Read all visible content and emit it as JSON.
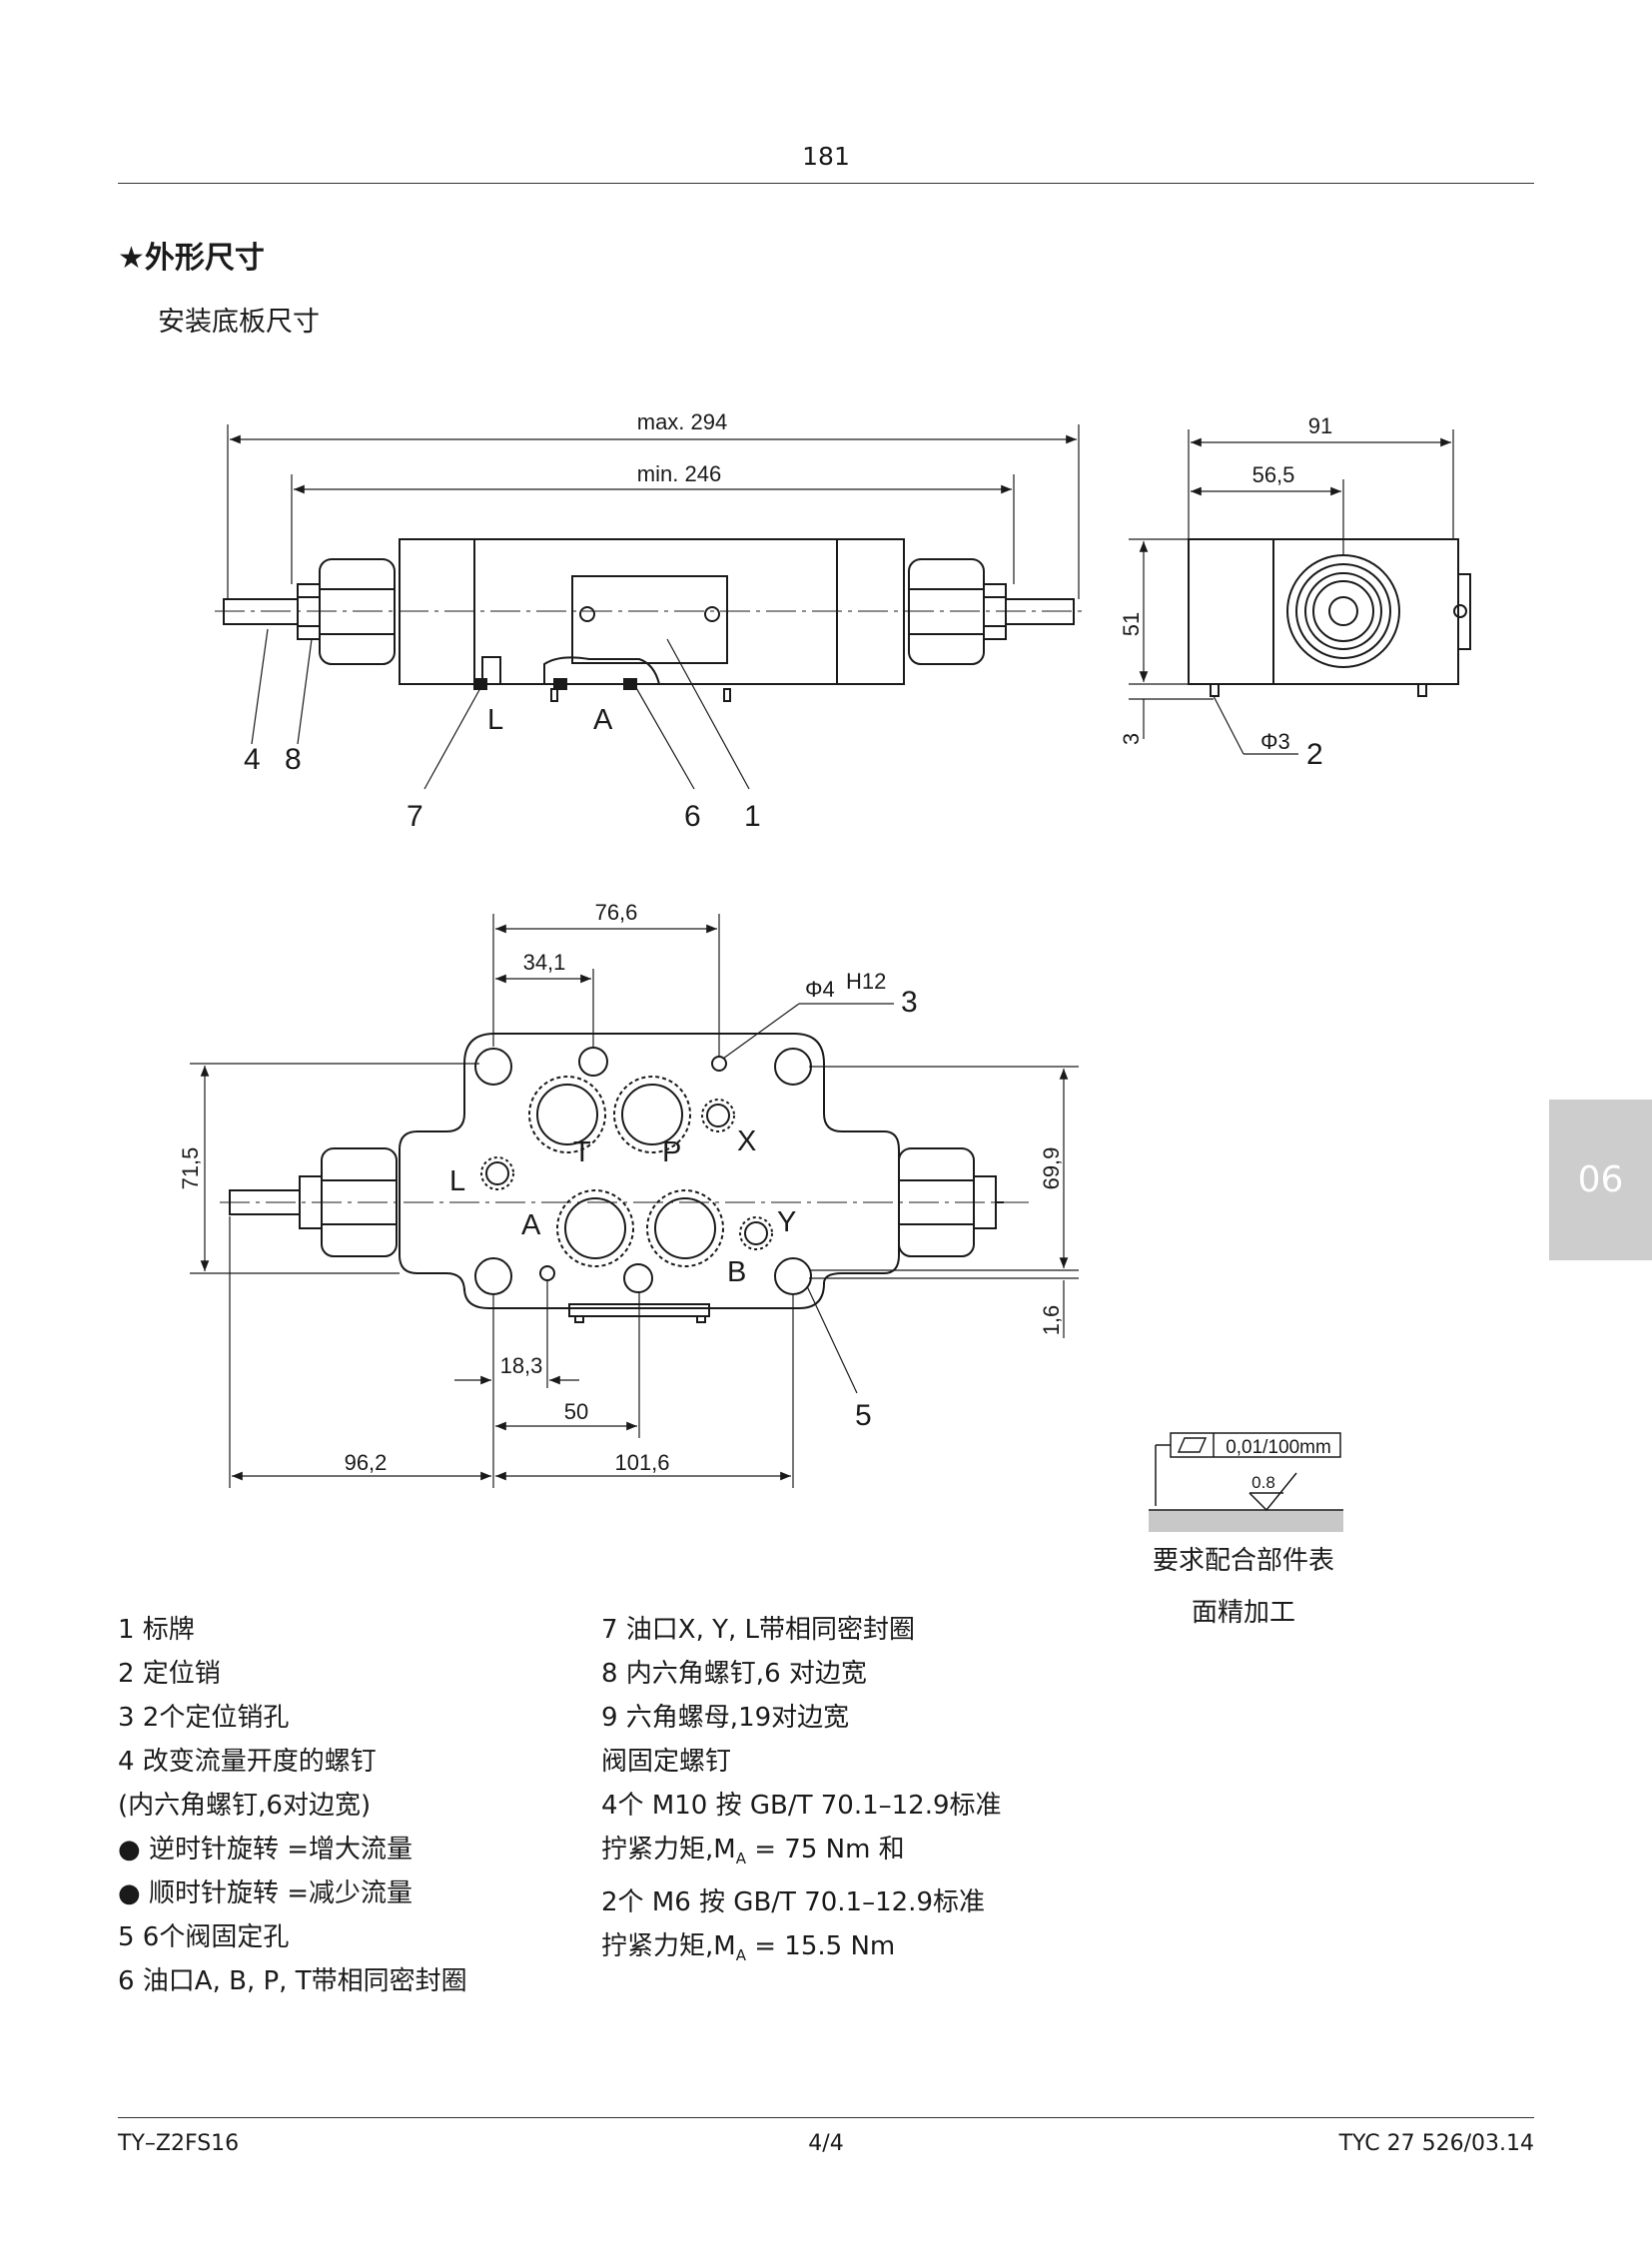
{
  "page_number": "181",
  "section_title": "★外形尺寸",
  "section_subtitle": "安装底板尺寸",
  "side_tab": "06",
  "top_view": {
    "dim_max": "max. 294",
    "dim_min": "min. 246",
    "port_L": "L",
    "port_A": "A",
    "callouts": [
      "4",
      "8",
      "7",
      "6",
      "1"
    ]
  },
  "side_view": {
    "dim_91": "91",
    "dim_56_5": "56,5",
    "dim_51": "51",
    "dim_3": "3",
    "pin_dia": "Φ3",
    "callout_2": "2"
  },
  "plan_view": {
    "dim_76_6": "76,6",
    "dim_34_1": "34,1",
    "hole_dia": "Φ4",
    "hole_tol": "H12",
    "callout_3": "3",
    "dim_71_5": "71,5",
    "dim_69_9": "69,9",
    "dim_1_6": "1,6",
    "dim_18_3": "18,3",
    "dim_50": "50",
    "dim_96_2": "96,2",
    "dim_101_6": "101,6",
    "callout_5": "5",
    "ports": {
      "T": "T",
      "P": "P",
      "X": "X",
      "L": "L",
      "A": "A",
      "Y": "Y",
      "B": "B"
    }
  },
  "flatness": {
    "tolerance": "0,01/100mm",
    "roughness": "0.8",
    "note_line1": "要求配合部件表",
    "note_line2": "面精加工"
  },
  "legend_left": [
    "1  标牌",
    "2  定位销",
    "3  2个定位销孔",
    "4  改变流量开度的螺钉",
    "(内六角螺钉,6对边宽)",
    " ● 逆时针旋转 =增大流量",
    " ● 顺时针旋转 =减少流量",
    "5  6个阀固定孔",
    "6  油口A, B, P, T带相同密封圈"
  ],
  "legend_right": [
    "7  油口X, Y, L带相同密封圈",
    "8  内六角螺钉,6 对边宽",
    "9  六角螺母,19对边宽",
    "阀固定螺钉",
    "4个 M10 按 GB/T 70.1–12.9标准",
    "拧紧力矩,M",
    "2个 M6 按 GB/T 70.1–12.9标准",
    "拧紧力矩,M"
  ],
  "torque_sub": "A",
  "torque_1": "= 75 Nm 和",
  "torque_2": "= 15.5 Nm",
  "footer": {
    "left": "TY–Z2FS16",
    "center": "4/4",
    "right": "TYC 27 526/03.14"
  }
}
